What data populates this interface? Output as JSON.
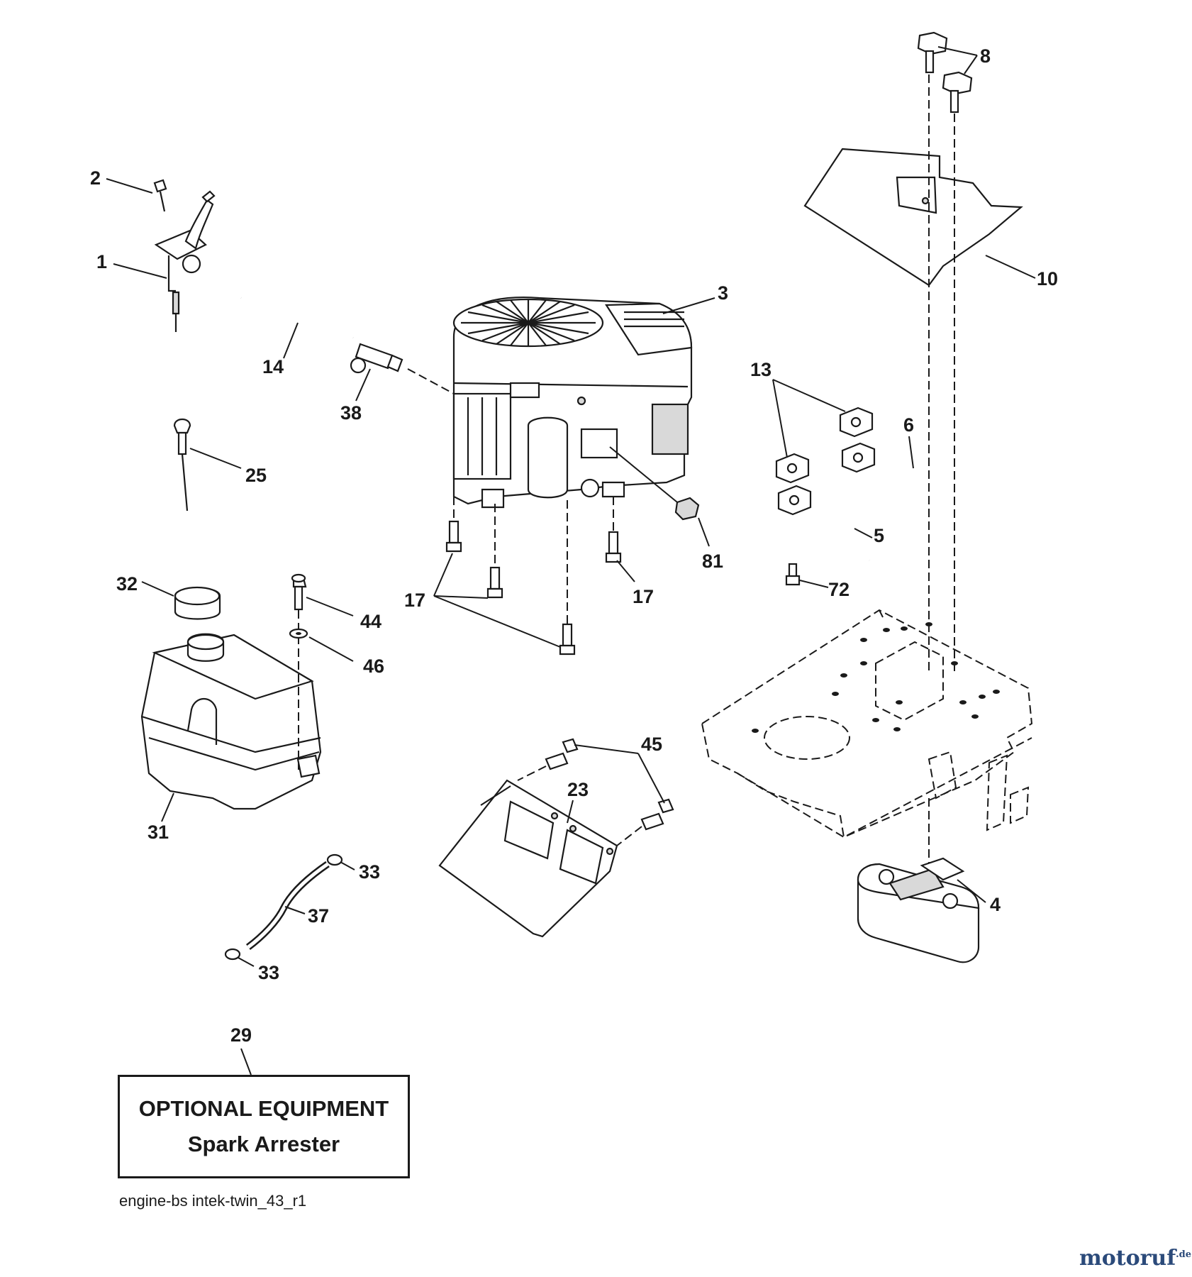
{
  "optional_equipment": {
    "title": "OPTIONAL EQUIPMENT",
    "subtitle": "Spark Arrester",
    "part_number": "29"
  },
  "file_id": "engine-bs intek-twin_43_r1",
  "watermark": {
    "brand": "motoruf",
    "tld": ".de"
  },
  "part_numbers": {
    "p1": "1",
    "p2": "2",
    "p3": "3",
    "p4": "4",
    "p5": "5",
    "p6": "6",
    "p8": "8",
    "p10": "10",
    "p13": "13",
    "p14": "14",
    "p17a": "17",
    "p17b": "17",
    "p23": "23",
    "p25": "25",
    "p31": "31",
    "p32": "32",
    "p33a": "33",
    "p33b": "33",
    "p37": "37",
    "p38": "38",
    "p44": "44",
    "p45": "45",
    "p46": "46",
    "p72": "72",
    "p81": "81"
  }
}
